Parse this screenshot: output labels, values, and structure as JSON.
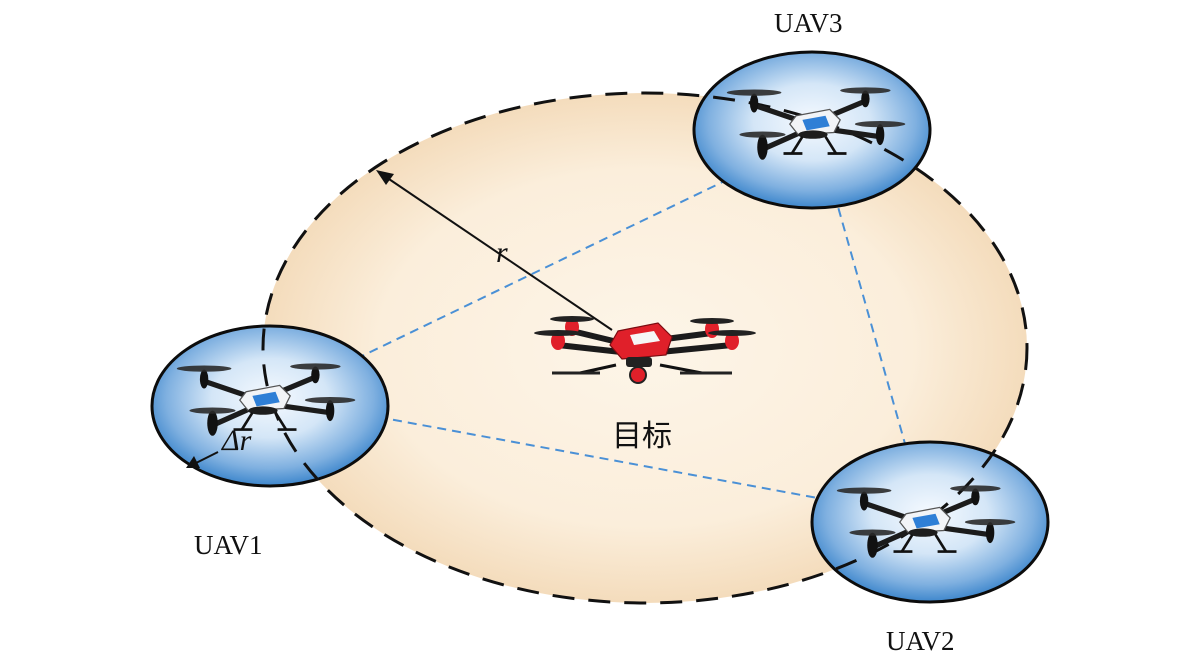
{
  "labels": {
    "uav1": "UAV1",
    "uav2": "UAV2",
    "uav3": "UAV3",
    "target": "目标",
    "radius": "r",
    "delta_radius": "Δr"
  },
  "colors": {
    "orbit_fill_center": "#fdf3e3",
    "orbit_fill_edge": "#f7dfbf",
    "bubble_fill_center": "#f4f9ff",
    "bubble_fill_edge": "#3e8ad0",
    "link_line": "#4a90d6",
    "drone_body": "#222222",
    "target_accent": "#e0202a",
    "uav_accent": "#2f7fd6"
  },
  "icons": {
    "uav": "quadcopter-drone-icon",
    "target": "red-quadcopter-drone-icon"
  }
}
